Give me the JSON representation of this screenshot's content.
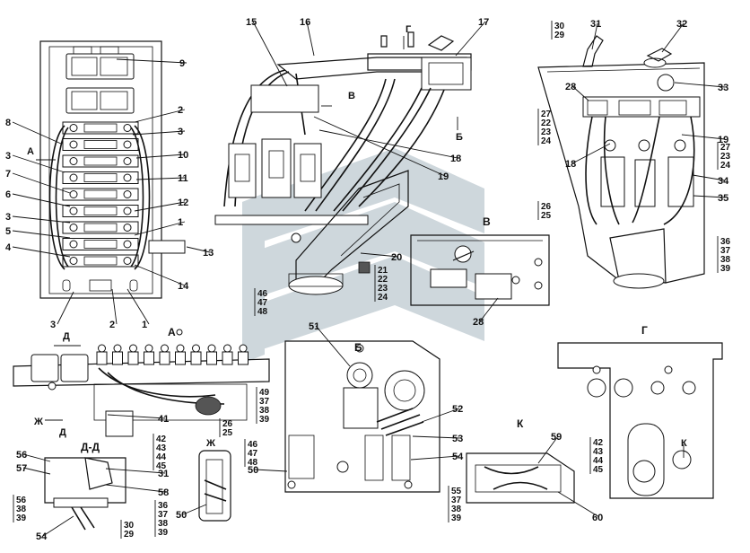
{
  "watermark_color": "#c9d3d9",
  "callouts": [
    {
      "id": "c9",
      "text": "9"
    },
    {
      "id": "c2a",
      "text": "2"
    },
    {
      "id": "c8",
      "text": "8"
    },
    {
      "id": "c3a",
      "text": "3"
    },
    {
      "id": "c10",
      "text": "10"
    },
    {
      "id": "c3b",
      "text": "3"
    },
    {
      "id": "c11",
      "text": "11"
    },
    {
      "id": "c7",
      "text": "7"
    },
    {
      "id": "c12",
      "text": "12"
    },
    {
      "id": "c6",
      "text": "6"
    },
    {
      "id": "c3c",
      "text": "3"
    },
    {
      "id": "c1a",
      "text": "1"
    },
    {
      "id": "c5",
      "text": "5"
    },
    {
      "id": "c4",
      "text": "4"
    },
    {
      "id": "c13",
      "text": "13"
    },
    {
      "id": "c14",
      "text": "14"
    },
    {
      "id": "c3d",
      "text": "3"
    },
    {
      "id": "c2b",
      "text": "2"
    },
    {
      "id": "c1b",
      "text": "1"
    },
    {
      "id": "c15",
      "text": "15"
    },
    {
      "id": "c16",
      "text": "16"
    },
    {
      "id": "c17",
      "text": "17"
    },
    {
      "id": "c18a",
      "text": "18"
    },
    {
      "id": "c19a",
      "text": "19"
    },
    {
      "id": "c20",
      "text": "20"
    },
    {
      "id": "c28a",
      "text": "28"
    },
    {
      "id": "c31a",
      "text": "31"
    },
    {
      "id": "c32",
      "text": "32"
    },
    {
      "id": "c33",
      "text": "33"
    },
    {
      "id": "c28b",
      "text": "28"
    },
    {
      "id": "c19b",
      "text": "19"
    },
    {
      "id": "c18b",
      "text": "18"
    },
    {
      "id": "c34",
      "text": "34"
    },
    {
      "id": "c35",
      "text": "35"
    },
    {
      "id": "c41",
      "text": "41"
    },
    {
      "id": "c51",
      "text": "51"
    },
    {
      "id": "c52",
      "text": "52"
    },
    {
      "id": "c53",
      "text": "53"
    },
    {
      "id": "c54a",
      "text": "54"
    },
    {
      "id": "c50a",
      "text": "50"
    },
    {
      "id": "c59",
      "text": "59"
    },
    {
      "id": "c60",
      "text": "60"
    },
    {
      "id": "c56a",
      "text": "56"
    },
    {
      "id": "c57",
      "text": "57"
    },
    {
      "id": "c31b",
      "text": "31"
    },
    {
      "id": "c58",
      "text": "58"
    },
    {
      "id": "c54b",
      "text": "54"
    },
    {
      "id": "c50b",
      "text": "50"
    }
  ],
  "groups": [
    {
      "id": "g30",
      "items": [
        "30",
        "29"
      ]
    },
    {
      "id": "g27a",
      "items": [
        "27",
        "22",
        "23",
        "24"
      ]
    },
    {
      "id": "g27b",
      "items": [
        "27",
        "23",
        "24"
      ]
    },
    {
      "id": "g26",
      "items": [
        "26",
        "25"
      ]
    },
    {
      "id": "g36a",
      "items": [
        "36",
        "37",
        "38",
        "39"
      ]
    },
    {
      "id": "g21",
      "items": [
        "21",
        "22",
        "23",
        "24"
      ]
    },
    {
      "id": "g46a",
      "items": [
        "46",
        "47",
        "48"
      ]
    },
    {
      "id": "g49",
      "items": [
        "49",
        "37",
        "38",
        "39"
      ]
    },
    {
      "id": "g42a",
      "items": [
        "42",
        "43",
        "44",
        "45"
      ]
    },
    {
      "id": "g26b",
      "items": [
        "26",
        "25"
      ]
    },
    {
      "id": "g46b",
      "items": [
        "46",
        "47",
        "48"
      ]
    },
    {
      "id": "g55",
      "items": [
        "55",
        "37",
        "38",
        "39"
      ]
    },
    {
      "id": "g42b",
      "items": [
        "42",
        "43",
        "44",
        "45"
      ]
    },
    {
      "id": "g56",
      "items": [
        "56",
        "38",
        "39"
      ]
    },
    {
      "id": "g36b",
      "items": [
        "36",
        "37",
        "38",
        "39"
      ]
    },
    {
      "id": "g30b",
      "items": [
        "30",
        "29"
      ]
    }
  ],
  "view_labels": [
    {
      "id": "vA",
      "text": "А"
    },
    {
      "id": "vA2",
      "text": "А"
    },
    {
      "id": "vD",
      "text": "Д"
    },
    {
      "id": "vD2",
      "text": "Д"
    },
    {
      "id": "vZh",
      "text": "Ж"
    },
    {
      "id": "vDD",
      "text": "Д-Д"
    },
    {
      "id": "vZh2",
      "text": "Ж"
    },
    {
      "id": "vV",
      "text": "В"
    },
    {
      "id": "vV2",
      "text": "В"
    },
    {
      "id": "vB",
      "text": "Б"
    },
    {
      "id": "vB2",
      "text": "Б"
    },
    {
      "id": "vG",
      "text": "Г"
    },
    {
      "id": "vG2",
      "text": "Г"
    },
    {
      "id": "vK",
      "text": "К"
    },
    {
      "id": "vK2",
      "text": "К"
    },
    {
      "id": "vA3",
      "text": "А"
    }
  ]
}
